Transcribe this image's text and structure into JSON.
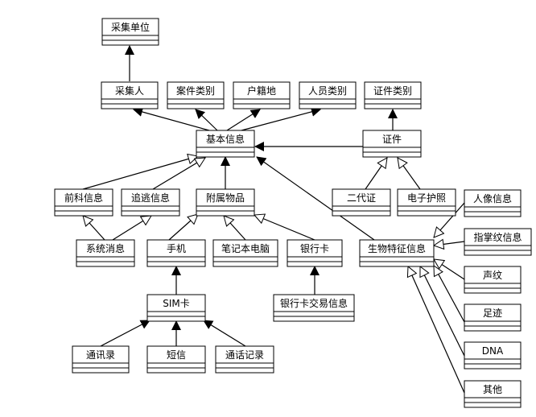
{
  "classes": {
    "caijidanwei": "采集单位",
    "caijiren": "采集人",
    "anjianleibie": "案件类别",
    "hujidi": "户籍地",
    "renyuanleibie": "人员类别",
    "zhengjianleibie": "证件类别",
    "jibenxinxi": "基本信息",
    "zhengjian": "证件",
    "qiankexinxi": "前科信息",
    "zhuitaoxinxi": "追逃信息",
    "fushuwupin": "附属物品",
    "erdaizheng": "二代证",
    "dianzihuzhao": "电子护照",
    "xitongxiaoxi": "系统消息",
    "shouji": "手机",
    "bijibendiannao": "笔记本电脑",
    "yinhangka": "银行卡",
    "shengwutezhengxinxi": "生物特征信息",
    "renxiangxinxi": "人像信息",
    "zhizhangwenxinxi": "指掌纹信息",
    "shengwen": "声纹",
    "zuji": "足迹",
    "dna": "DNA",
    "qita": "其他",
    "simka": "SIM卡",
    "yinhangkajiaoyixinxi": "银行卡交易信息",
    "tongxunlu": "通讯录",
    "duanxin": "短信",
    "tonghuajilu": "通话记录"
  }
}
